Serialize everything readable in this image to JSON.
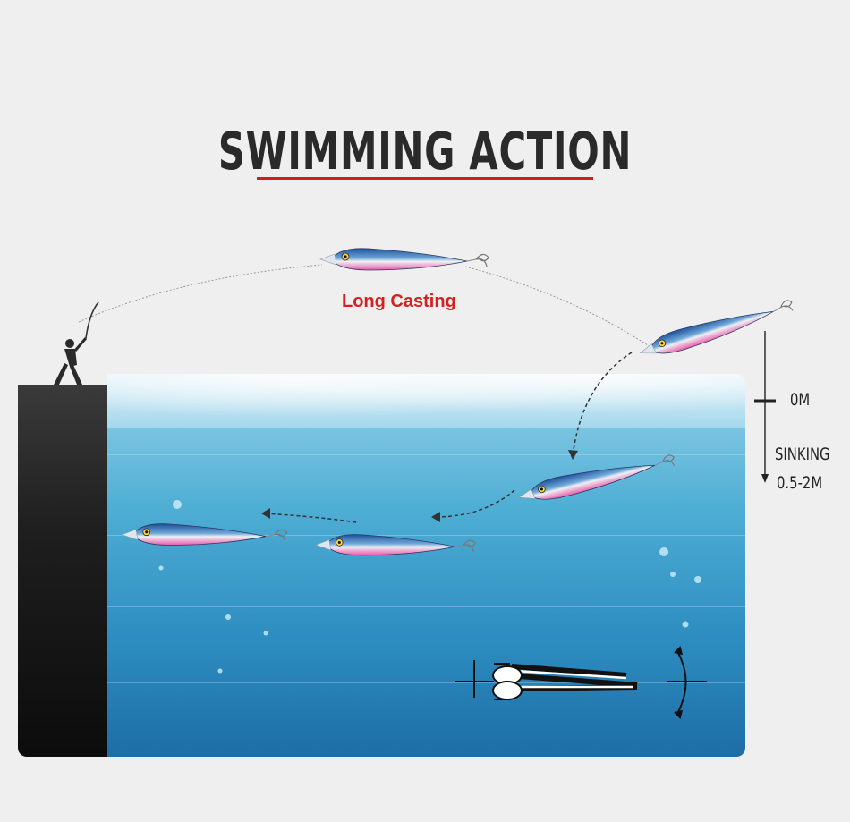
{
  "title": "SWIMMING ACTION",
  "casting_label": "Long Casting",
  "depth": {
    "surface_label": "0M",
    "sinking_label": "SINKING",
    "range_label": "0.5-2M"
  },
  "colors": {
    "title_underline": "#cc2020",
    "casting_label": "#d42020",
    "water_top": "#7fc6e2",
    "water_bottom": "#1d6ea6",
    "lure_back": "#2b5fa8",
    "lure_belly": "#e85aa8"
  },
  "icons": [
    "angler-silhouette-icon",
    "fishing-lure-icon",
    "dashed-arrow-icon",
    "wobble-action-icon"
  ]
}
